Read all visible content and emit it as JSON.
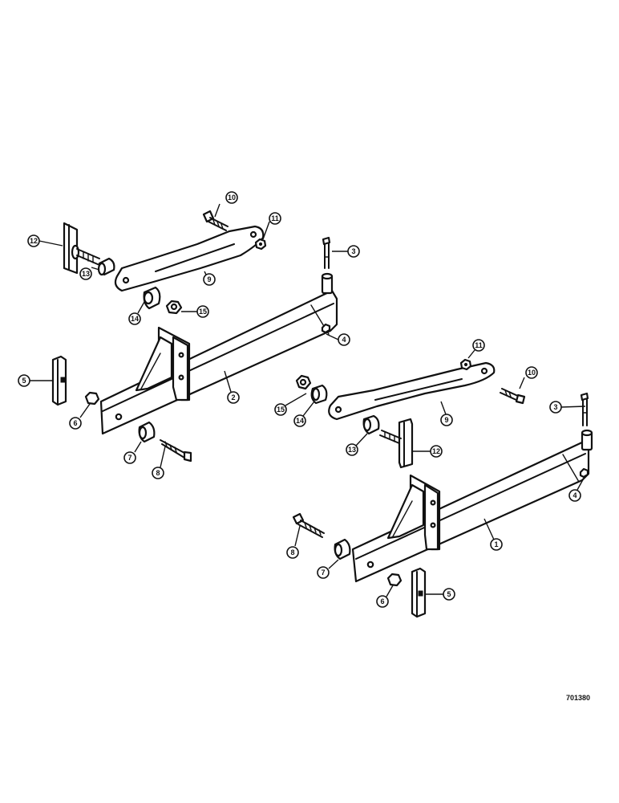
{
  "figure_id": "701380",
  "callouts": {
    "c1": "1",
    "c2": "2",
    "c3a": "3",
    "c3b": "3",
    "c4a": "4",
    "c4b": "4",
    "c5a": "5",
    "c5b": "5",
    "c6a": "6",
    "c6b": "6",
    "c7a": "7",
    "c7b": "7",
    "c8a": "8",
    "c8b": "8",
    "c9a": "9",
    "c9b": "9",
    "c10a": "10",
    "c10b": "10",
    "c11a": "11",
    "c11b": "11",
    "c12a": "12",
    "c12b": "12",
    "c13a": "13",
    "c13b": "13",
    "c14a": "14",
    "c14b": "14",
    "c15a": "15",
    "c15b": "15"
  }
}
